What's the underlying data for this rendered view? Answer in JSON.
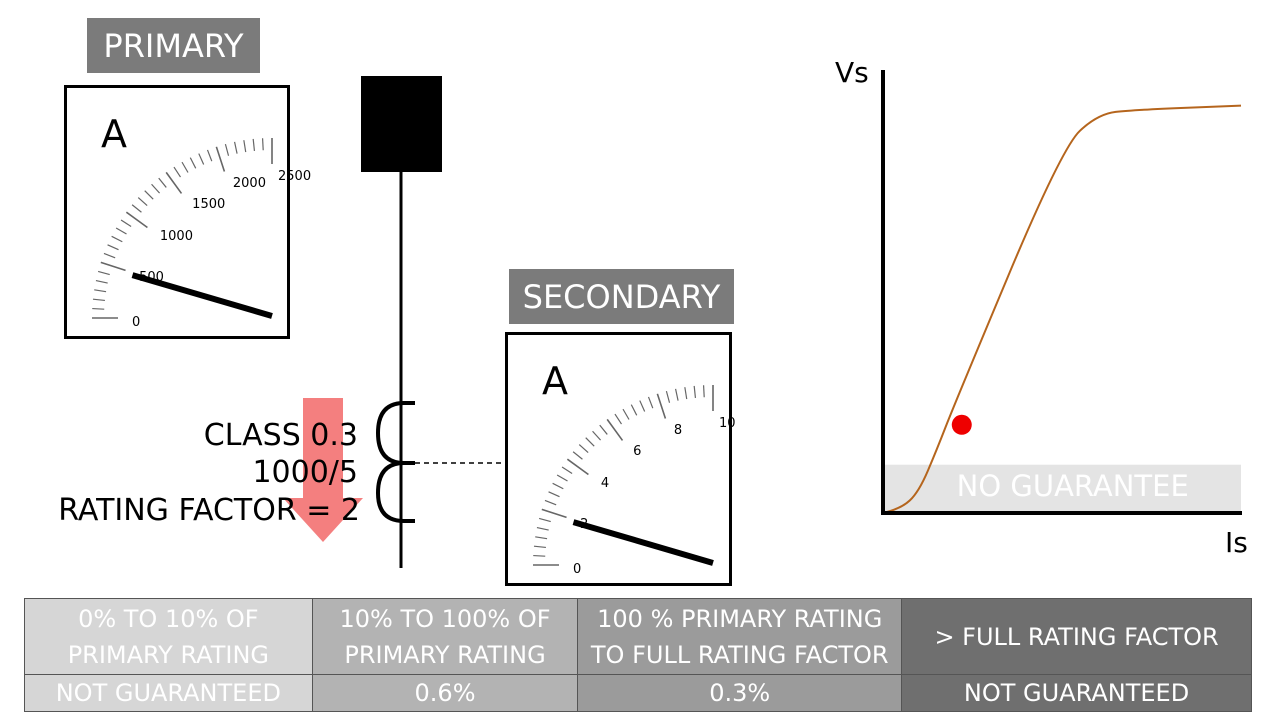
{
  "primary": {
    "label": "PRIMARY",
    "unit": "A",
    "scale_labels": [
      "0",
      "500",
      "1000",
      "1500",
      "2000",
      "2500"
    ],
    "needle_fraction": 0.19
  },
  "secondary": {
    "label": "SECONDARY",
    "unit": "A",
    "scale_labels": [
      "0",
      "2",
      "4",
      "6",
      "8",
      "10"
    ],
    "needle_fraction": 0.19
  },
  "ct": {
    "class_text": "CLASS 0.3",
    "ratio_text": "1000/5",
    "rating_factor_text": "RATING FACTOR = 2"
  },
  "colors": {
    "label_bg": "#7b7b7b",
    "arrow": "#f47f7f",
    "curve": "#b5651d",
    "point": "#ee0000",
    "no_guarantee_band": "#e4e4e4"
  },
  "chart_data": {
    "type": "line",
    "title": "",
    "xlabel": "Is",
    "ylabel": "Vs",
    "annotations": [
      "NO GUARANTEE"
    ],
    "x": [
      0,
      0.05,
      0.1,
      0.15,
      0.2,
      0.5,
      0.6,
      0.7,
      1.0
    ],
    "values": [
      0,
      0.01,
      0.05,
      0.15,
      0.26,
      0.87,
      0.95,
      0.96,
      0.97
    ],
    "marker": {
      "x": 0.22,
      "y": 0.21
    },
    "xlim": [
      0,
      1
    ],
    "ylim": [
      0,
      1
    ],
    "grid": false
  },
  "table": {
    "headers": [
      "0% TO 10% OF PRIMARY RATING",
      "10% TO 100% OF PRIMARY RATING",
      "100 % PRIMARY RATING TO FULL RATING FACTOR",
      "> FULL RATING FACTOR"
    ],
    "values": [
      "NOT GUARANTEED",
      "0.6%",
      "0.3%",
      "NOT GUARANTEED"
    ]
  }
}
